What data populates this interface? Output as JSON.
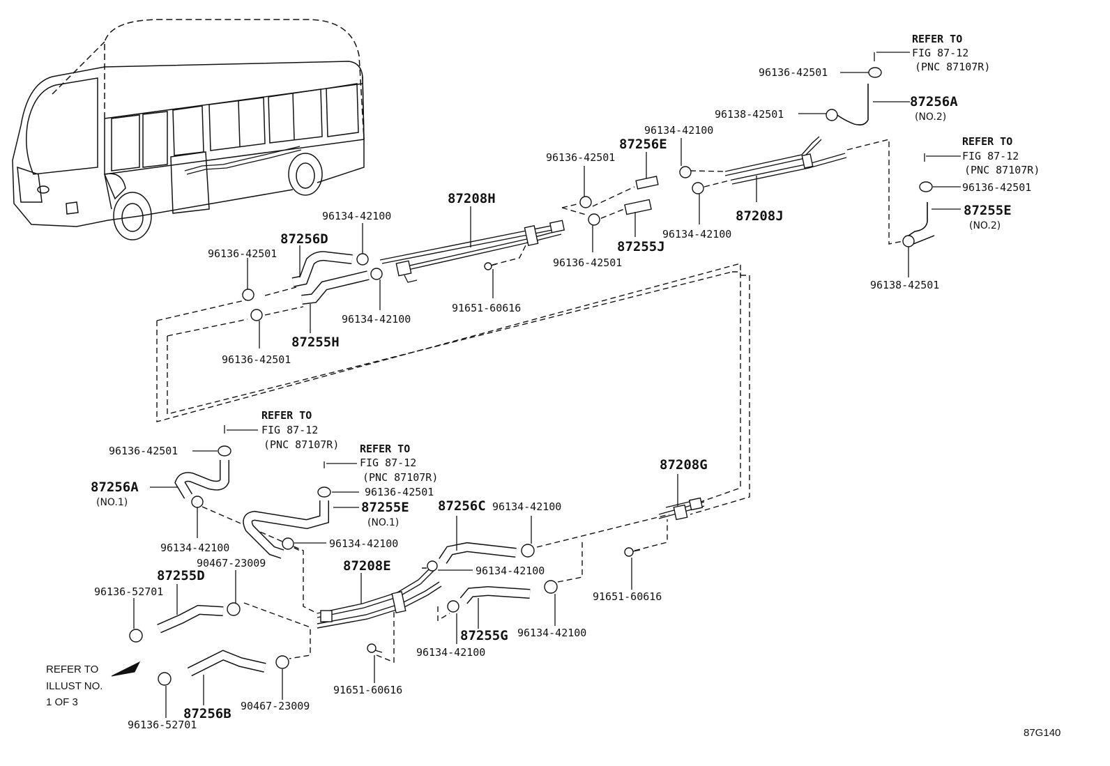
{
  "figure_code": "87G140",
  "refer_to": {
    "line1": "REFER TO",
    "line2": "FIG 87-12",
    "line3": "(PNC 87107R)"
  },
  "illust_ref": {
    "line1": "REFER TO",
    "line2": "ILLUST NO.",
    "line3": "1 OF 3"
  },
  "variants": {
    "no1": "(NO.1)",
    "no2": "(NO.2)"
  },
  "parts": {
    "p87208H": "87208H",
    "p87208J": "87208J",
    "p87208G": "87208G",
    "p87208E": "87208E",
    "p87256A": "87256A",
    "p87256B": "87256B",
    "p87256C": "87256C",
    "p87256D": "87256D",
    "p87256E": "87256E",
    "p87255D": "87255D",
    "p87255E": "87255E",
    "p87255G": "87255G",
    "p87255H": "87255H",
    "p87255J": "87255J",
    "c9613642501": "96136-42501",
    "c9613842501": "96138-42501",
    "c9613442100": "96134-42100",
    "c9613652701": "96136-52701",
    "c9046723009": "90467-23009",
    "c9165160616": "91651-60616"
  }
}
